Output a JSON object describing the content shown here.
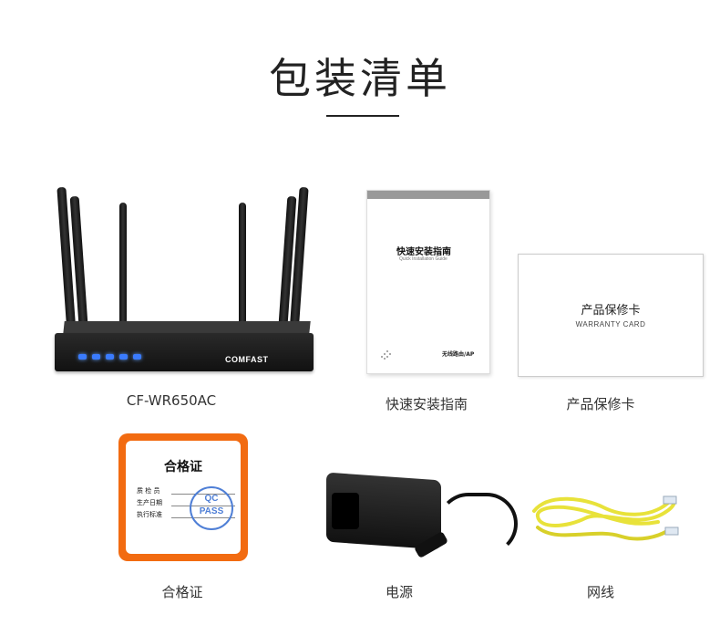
{
  "page": {
    "title": "包装清单"
  },
  "items": [
    {
      "caption": "CF-WR650AC",
      "brand": "COMFAST"
    },
    {
      "caption": "快速安装指南",
      "booklet_title": "快速安装指南",
      "booklet_sub": "Quick Installation Guide",
      "booklet_product": "无线路由/AP"
    },
    {
      "caption": "产品保修卡",
      "card_title": "产品保修卡",
      "card_sub": "WARRANTY CARD"
    },
    {
      "caption": "合格证",
      "cert_title": "合格证",
      "cert_rows": [
        "质 检 员",
        "生产日期",
        "执行标准"
      ],
      "stamp_top": "QC",
      "stamp_bottom": "PASS"
    },
    {
      "caption": "电源"
    },
    {
      "caption": "网线"
    }
  ],
  "colors": {
    "accent": "#f26b11",
    "stamp": "#4f7fd6",
    "led": "#3a7bff",
    "cable": "#e8e23a"
  }
}
